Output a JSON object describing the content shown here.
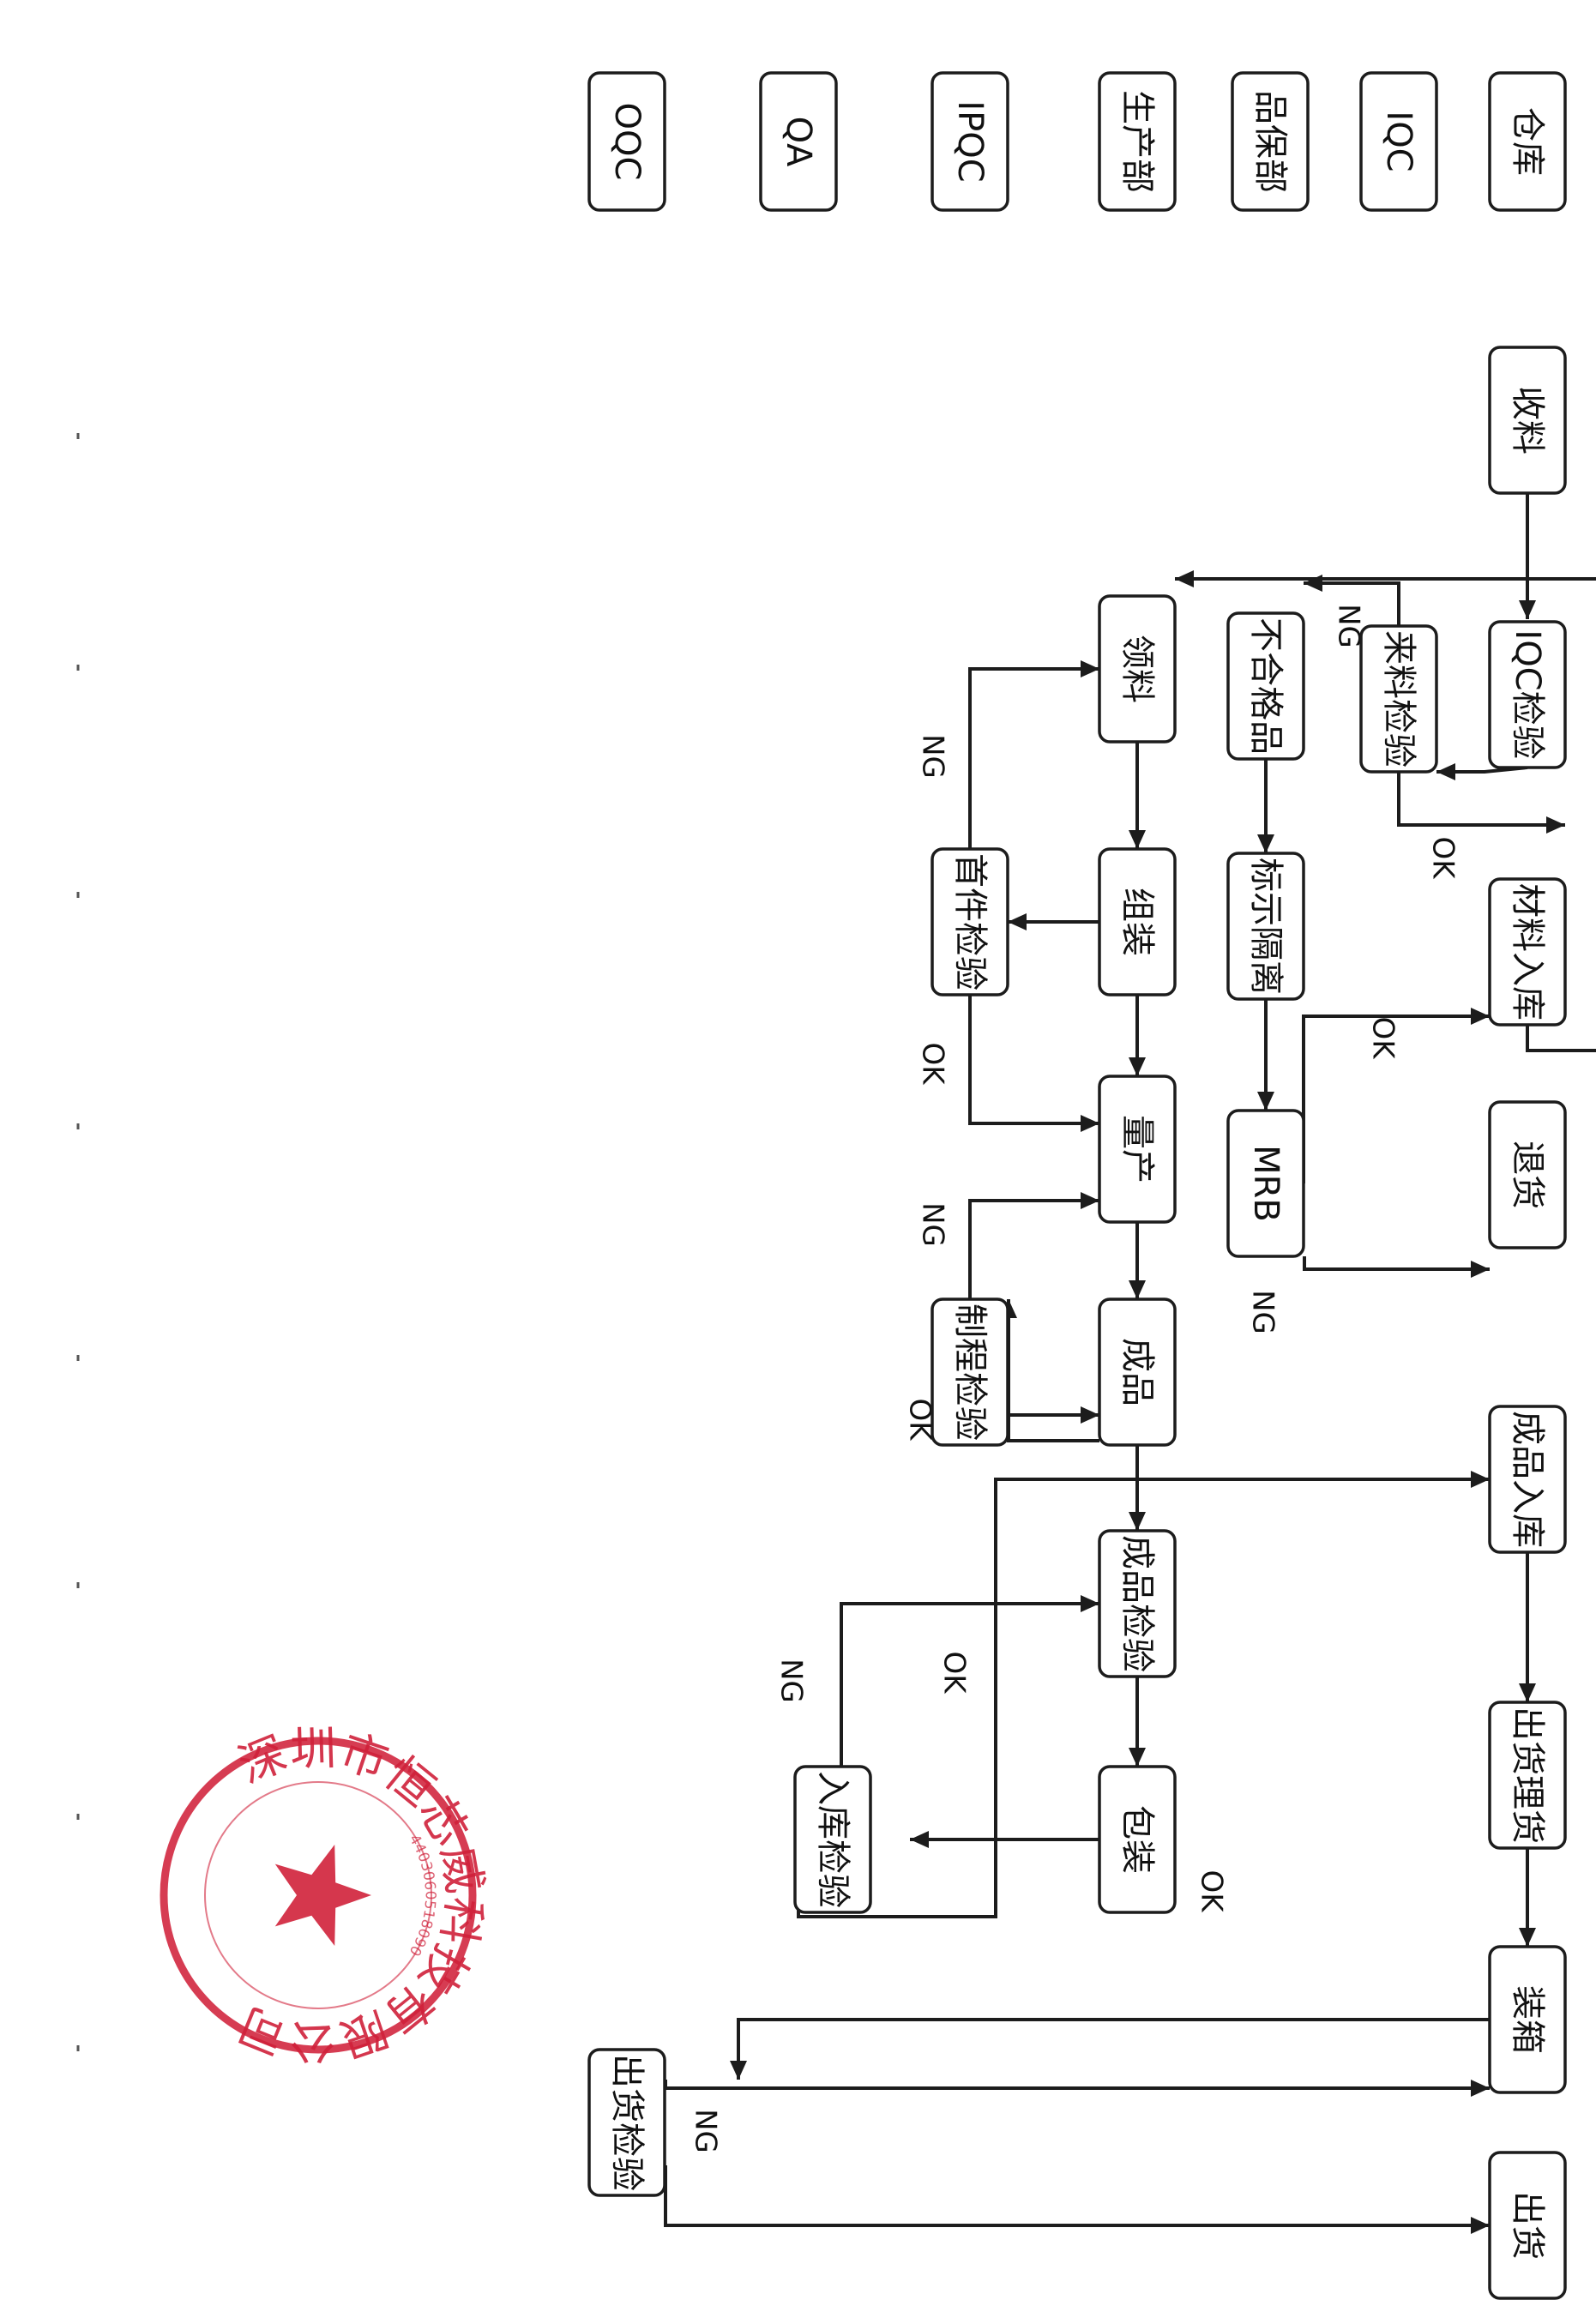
{
  "swimlanes": [
    {
      "id": "lane_warehouse",
      "label": "仓库"
    },
    {
      "id": "lane_iqc",
      "label": "IQC"
    },
    {
      "id": "lane_quality",
      "label": "品保部"
    },
    {
      "id": "lane_production",
      "label": "生产部"
    },
    {
      "id": "lane_ipqc",
      "label": "IPQC"
    },
    {
      "id": "lane_qa",
      "label": "QA"
    },
    {
      "id": "lane_oqc",
      "label": "OQC"
    }
  ],
  "nodes": [
    {
      "id": "receive",
      "label": "收料"
    },
    {
      "id": "iqc_check",
      "label": "IQC检验"
    },
    {
      "id": "incoming_check",
      "label": "来料检验"
    },
    {
      "id": "material_in",
      "label": "材料入库"
    },
    {
      "id": "nonconforming",
      "label": "不合格品"
    },
    {
      "id": "mark_isolate",
      "label": "标示隔离"
    },
    {
      "id": "mrb",
      "label": "MRB"
    },
    {
      "id": "return_goods",
      "label": "退货"
    },
    {
      "id": "pick_material",
      "label": "领料"
    },
    {
      "id": "assembly",
      "label": "组装"
    },
    {
      "id": "mass_production",
      "label": "量产"
    },
    {
      "id": "finished_product",
      "label": "成品"
    },
    {
      "id": "finished_check",
      "label": "成品检验"
    },
    {
      "id": "packing",
      "label": "包装"
    },
    {
      "id": "first_article",
      "label": "首件检验"
    },
    {
      "id": "process_check",
      "label": "制程检验"
    },
    {
      "id": "storage_check",
      "label": "入库检验"
    },
    {
      "id": "finished_in",
      "label": "成品入库"
    },
    {
      "id": "shipment_prep",
      "label": "出货理货"
    },
    {
      "id": "boxing",
      "label": "装箱"
    },
    {
      "id": "outgoing_check",
      "label": "出货检验"
    },
    {
      "id": "ship",
      "label": "出货"
    }
  ],
  "edges": [
    {
      "from": "receive",
      "to": "iqc_check",
      "label": ""
    },
    {
      "from": "iqc_check",
      "to": "incoming_check",
      "label": ""
    },
    {
      "from": "incoming_check",
      "to": "nonconforming",
      "label": "NG"
    },
    {
      "from": "incoming_check",
      "to": "material_in",
      "label": "OK"
    },
    {
      "from": "nonconforming",
      "to": "mark_isolate",
      "label": ""
    },
    {
      "from": "mark_isolate",
      "to": "mrb",
      "label": ""
    },
    {
      "from": "mrb",
      "to": "material_in",
      "label": "OK"
    },
    {
      "from": "mrb",
      "to": "return_goods",
      "label": "NG"
    },
    {
      "from": "material_in",
      "to": "pick_material",
      "label": ""
    },
    {
      "from": "pick_material",
      "to": "assembly",
      "label": ""
    },
    {
      "from": "assembly",
      "to": "first_article",
      "label": ""
    },
    {
      "from": "first_article",
      "to": "pick_material",
      "label": "NG"
    },
    {
      "from": "first_article",
      "to": "mass_production",
      "label": "OK"
    },
    {
      "from": "assembly",
      "to": "mass_production",
      "label": ""
    },
    {
      "from": "mass_production",
      "to": "finished_product",
      "label": ""
    },
    {
      "from": "finished_product",
      "to": "process_check",
      "label": ""
    },
    {
      "from": "process_check",
      "to": "mass_production",
      "label": "NG"
    },
    {
      "from": "process_check",
      "to": "finished_product",
      "label": "OK"
    },
    {
      "from": "finished_product",
      "to": "finished_check",
      "label": ""
    },
    {
      "from": "finished_check",
      "to": "packing",
      "label": ""
    },
    {
      "from": "packing",
      "to": "storage_check",
      "label": "OK"
    },
    {
      "from": "storage_check",
      "to": "finished_check",
      "label": "NG"
    },
    {
      "from": "storage_check",
      "to": "finished_in",
      "label": "OK"
    },
    {
      "from": "finished_in",
      "to": "shipment_prep",
      "label": ""
    },
    {
      "from": "shipment_prep",
      "to": "boxing",
      "label": ""
    },
    {
      "from": "boxing",
      "to": "outgoing_check",
      "label": ""
    },
    {
      "from": "outgoing_check",
      "to": "boxing",
      "label": "NG"
    },
    {
      "from": "outgoing_check",
      "to": "ship",
      "label": ""
    }
  ],
  "seal": {
    "company_name": "深圳市恒芯威科技有限公司",
    "serial_number": "4403060518090"
  },
  "colors": {
    "ink": "#1c1c1c",
    "seal_red": "#d0213a",
    "paper": "#ffffff"
  }
}
